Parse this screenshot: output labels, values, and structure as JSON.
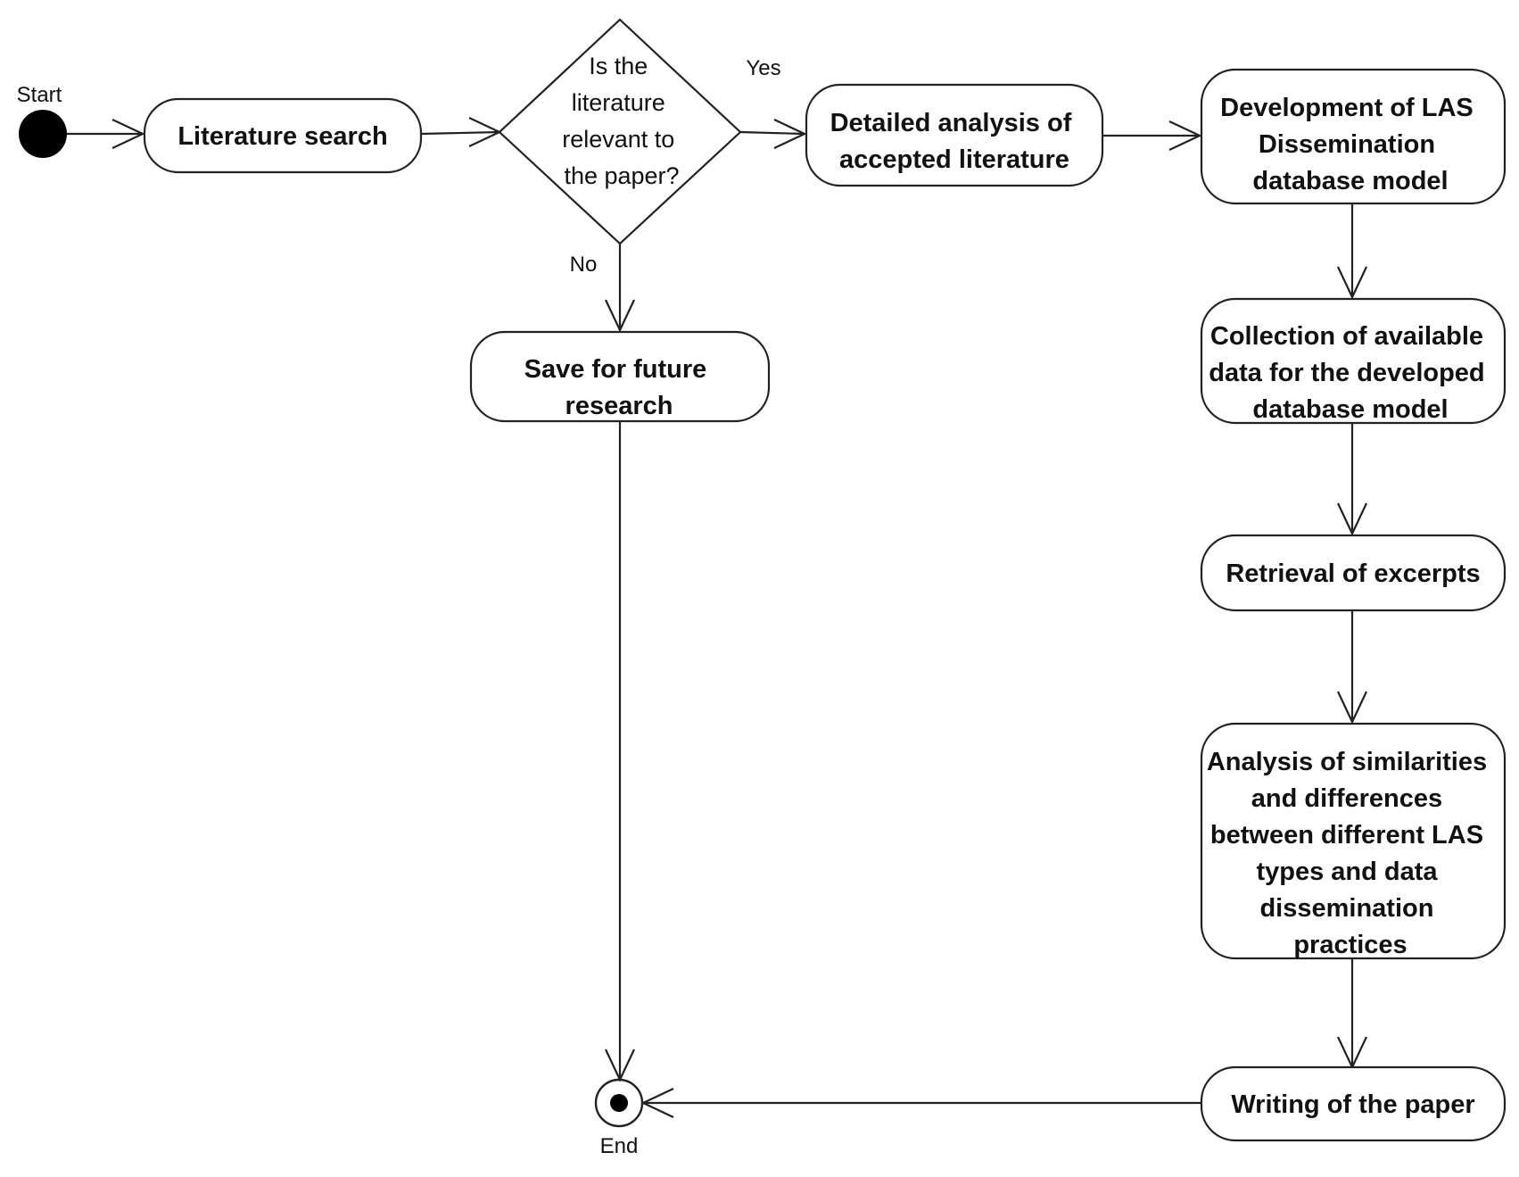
{
  "diagram": {
    "start": {
      "label": "Start"
    },
    "end": {
      "label": "End"
    },
    "nodes": {
      "literature_search": {
        "lines": [
          "Literature search"
        ]
      },
      "decision": {
        "lines": [
          "Is the",
          "literature",
          "relevant to",
          "the paper?"
        ]
      },
      "detailed_analysis": {
        "lines": [
          "Detailed analysis of",
          "accepted literature"
        ]
      },
      "save_future": {
        "lines": [
          "Save for future",
          "research"
        ]
      },
      "development": {
        "lines": [
          "Development of LAS",
          "Dissemination",
          "database model"
        ]
      },
      "collection": {
        "lines": [
          "Collection of available",
          "data for the developed",
          "database model"
        ]
      },
      "retrieval": {
        "lines": [
          "Retrieval of excerpts"
        ]
      },
      "analysis_sim": {
        "lines": [
          "Analysis of similarities",
          "and differences",
          "between different LAS",
          "types and data",
          "dissemination",
          "practices"
        ]
      },
      "writing": {
        "lines": [
          "Writing of the paper"
        ]
      }
    },
    "edge_labels": {
      "yes": "Yes",
      "no": "No"
    }
  }
}
